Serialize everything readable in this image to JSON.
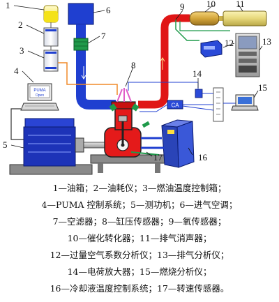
{
  "labels": {
    "n1": "1",
    "n2": "2",
    "n3": "3",
    "n4": "4",
    "n5": "5",
    "n6": "6",
    "n7": "7",
    "n8": "8",
    "n9": "9",
    "n10": "10",
    "n11": "11",
    "n12": "12",
    "n13": "13",
    "n14": "14",
    "n15": "15",
    "n16": "16",
    "n17": "17"
  },
  "boxes": {
    "ca": "CA",
    "puma_line1": "PUMA",
    "puma_line2": "Open"
  },
  "colors": {
    "intake_blue": "#1f3fd0",
    "exhaust_red": "#e01616",
    "engine_red": "#e41a1a",
    "fuel_yellow": "#f4e21a",
    "filter_green": "#1f9a4a",
    "dyno_blue": "#1d33b8",
    "fuel_line_orange": "#f08a28"
  },
  "caption": [
    "1—油箱；2—油耗仪；3—燃油温度控制箱；",
    "4—PUMA 控制系统；5—测功机；6—进气空调；",
    "7—空滤器；8—缸压传感器；9—氧传感器；",
    "10—催化转化器；11—排气消声器；",
    "12—过量空气系数分析仪；13—排气分析仪；",
    "14—电荷放大器；15—燃烧分析仪；",
    "16—冷却液温度控制系统；17—转速传感器。"
  ]
}
